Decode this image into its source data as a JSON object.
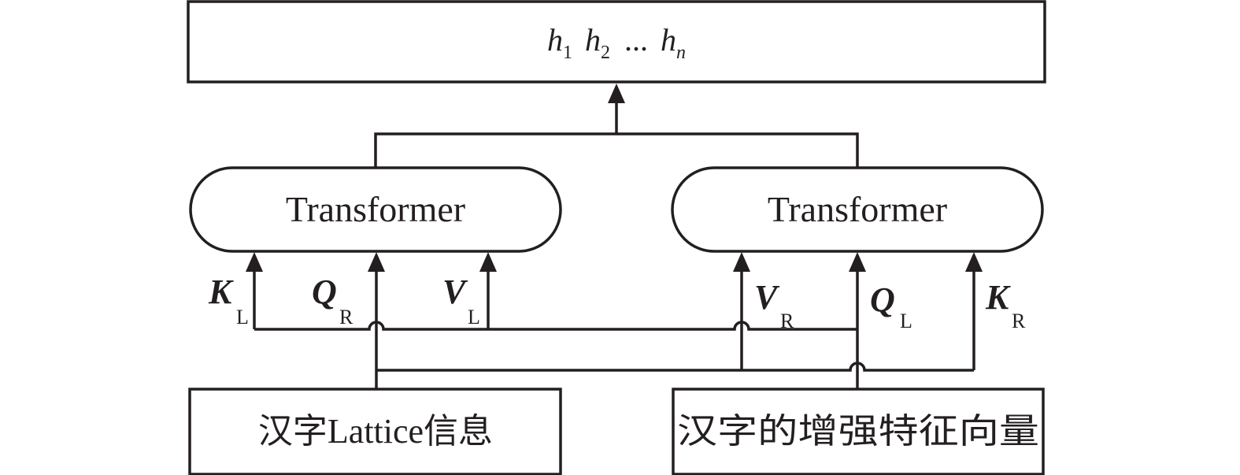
{
  "diagram": {
    "output_box": {
      "symbols": [
        {
          "base": "h",
          "sub": "1"
        },
        {
          "base": "h",
          "sub": "2"
        },
        {
          "base": "...",
          "sub": ""
        },
        {
          "base": "h",
          "sub": "n"
        }
      ]
    },
    "transformers": [
      {
        "label": "Transformer"
      },
      {
        "label": "Transformer"
      }
    ],
    "inputs": [
      {
        "label": "汉字Lattice信息"
      },
      {
        "label": "汉字的增强特征向量"
      }
    ],
    "qkv_labels": {
      "left": [
        {
          "main": "K",
          "sub": "L"
        },
        {
          "main": "Q",
          "sub": "R"
        },
        {
          "main": "V",
          "sub": "L"
        }
      ],
      "right": [
        {
          "main": "V",
          "sub": "R"
        },
        {
          "main": "Q",
          "sub": "L"
        },
        {
          "main": "K",
          "sub": "R"
        }
      ]
    },
    "line_color": "#231f20"
  }
}
